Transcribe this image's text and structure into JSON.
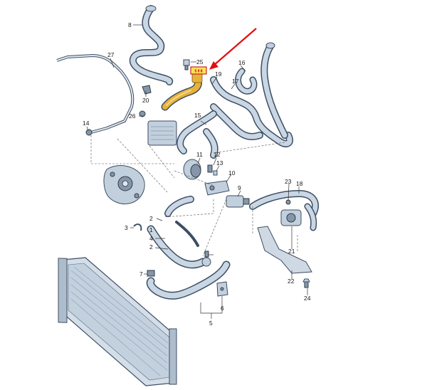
{
  "callouts": {
    "n1": "1",
    "n2": "2",
    "n3": "3",
    "n4": "4",
    "n5": "5",
    "n6": "6",
    "n7": "7",
    "n8": "8",
    "n9": "9",
    "n10": "10",
    "n11": "11",
    "n12": "12",
    "n13": "13",
    "n14": "14",
    "n15": "15",
    "n16": "16",
    "n17": "17",
    "n18": "18",
    "n19": "19",
    "n20": "20",
    "n21": "21",
    "n22": "22",
    "n23": "23",
    "n24": "24",
    "n25": "25",
    "n26": "26",
    "n27": "27"
  },
  "highlight": {
    "tag_text": "5 9 8",
    "hose_color": "#e5b23a",
    "arrow_color": "#e01010"
  },
  "colors": {
    "hose_outline": "#3d4e63",
    "hose_fill": "#c9d6e4",
    "part_fill": "#c2cfdc"
  }
}
